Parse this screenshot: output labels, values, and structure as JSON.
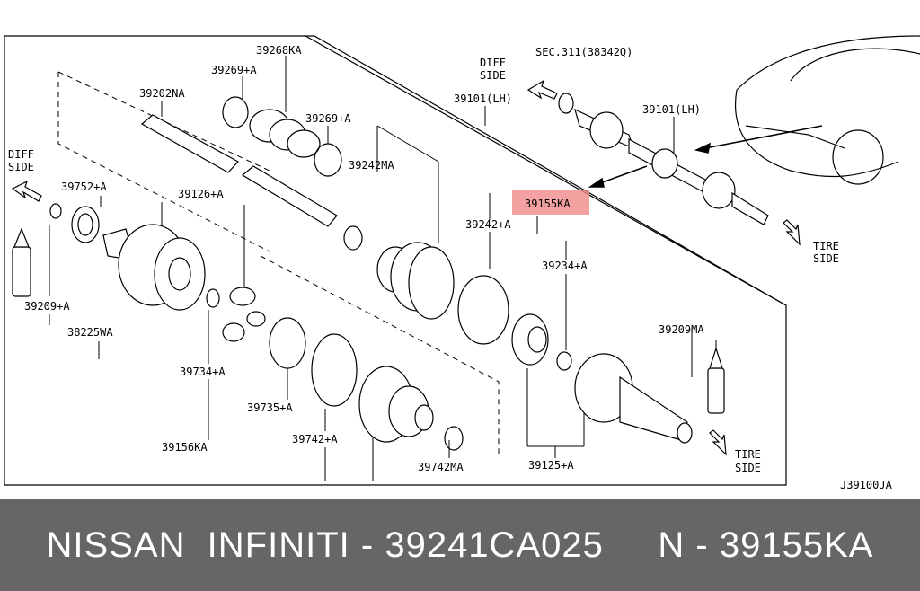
{
  "diagram": {
    "labels": {
      "p39268KA": "39268KA",
      "p39269A_1": "39269+A",
      "p39269A_2": "39269+A",
      "p39202NA": "39202NA",
      "p39242MA": "39242MA",
      "p39242A": "39242+A",
      "p39101LH_1": "39101(LH)",
      "p39101LH_2": "39101(LH)",
      "p39155KA": "39155KA",
      "p39234A": "39234+A",
      "p39209MA": "39209MA",
      "p39752A": "39752+A",
      "p39126A": "39126+A",
      "p39209A": "39209+A",
      "p38225WA": "38225WA",
      "p39734A": "39734+A",
      "p39735A": "39735+A",
      "p39742A": "39742+A",
      "p39742MA": "39742MA",
      "p39156KA": "39156KA",
      "p39125A": "39125+A",
      "sec311": "SEC.311(38342Q)",
      "diff_side_top_1": "DIFF",
      "diff_side_top_2": "SIDE",
      "diff_side_left_1": "DIFF",
      "diff_side_left_2": "SIDE",
      "tire_side_top_1": "TIRE",
      "tire_side_top_2": "SIDE",
      "tire_side_bottom_1": "TIRE",
      "tire_side_bottom_2": "SIDE",
      "figure_code": "J39100JA"
    },
    "highlight_color": "#f08a8a"
  },
  "banner": {
    "text": "NISSAN  INFINITI - 39241CA025     N - 39155KA",
    "background": "#666666",
    "text_color": "#ffffff"
  }
}
